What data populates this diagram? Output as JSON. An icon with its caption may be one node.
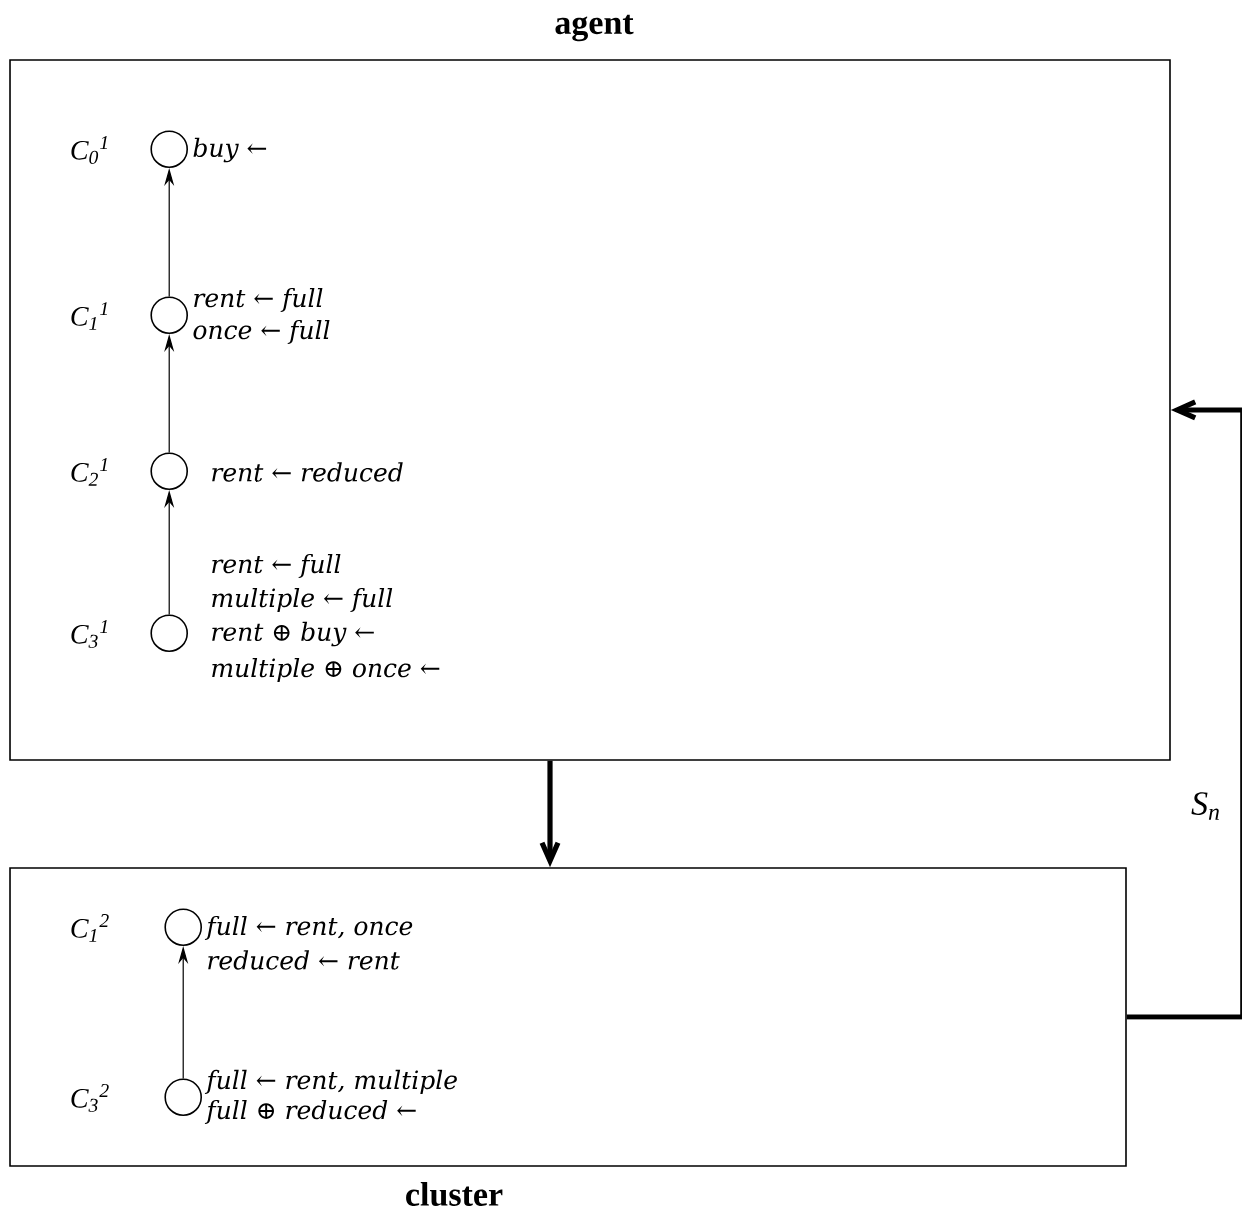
{
  "diagram": {
    "nodes": [
      {
        "text": [
          "agent"
        ]
      },
      {
        "text": [],
        "shape": "circle",
        "in": 0,
        "beside": [
          "C$_{0}$$^{1}$",
          "buy ←"
        ]
      },
      {
        "text": [],
        "shape": "circle",
        "in": 0,
        "beside": [
          "C$_{1}$$^{1}$",
          "rent ← full",
          "once ← full"
        ]
      },
      {
        "text": [],
        "shape": "circle",
        "in": 0,
        "beside": [
          "C$_{2}$$^{1}$",
          "rent ← reduced"
        ]
      },
      {
        "text": [],
        "shape": "circle",
        "in": 0,
        "beside": [
          "C$_{3}$$^{1}$",
          "rent ← full",
          "multiple ← full",
          "rent ⊕ buy ←",
          "multiple ⊕ once ←"
        ]
      },
      {
        "text": [
          "cluster"
        ]
      },
      {
        "text": [],
        "shape": "circle",
        "in": 5,
        "beside": [
          "C$_{1}$$^{2}$",
          "full ← rent, once",
          "reduced ← rent"
        ]
      },
      {
        "text": [],
        "shape": "circle",
        "in": 5,
        "beside": [
          "C$_{3}$$^{2}$",
          "full ← rent, multiple",
          "full ⊕ reduced ←"
        ]
      }
    ],
    "edges": [
      {
        "from": 2,
        "to": 1,
        "arrow": "to"
      },
      {
        "from": 3,
        "to": 2,
        "arrow": "to"
      },
      {
        "from": 4,
        "to": 3,
        "arrow": "to"
      },
      {
        "from": 7,
        "to": 6,
        "arrow": "to"
      },
      {
        "from": 0,
        "to": 5,
        "arrow": "to",
        "style": "thick"
      },
      {
        "from": 5,
        "to": 0,
        "arrow": "to",
        "style": "thick"
      }
    ],
    "labels": [
      "S$_{n}$"
    ]
  }
}
